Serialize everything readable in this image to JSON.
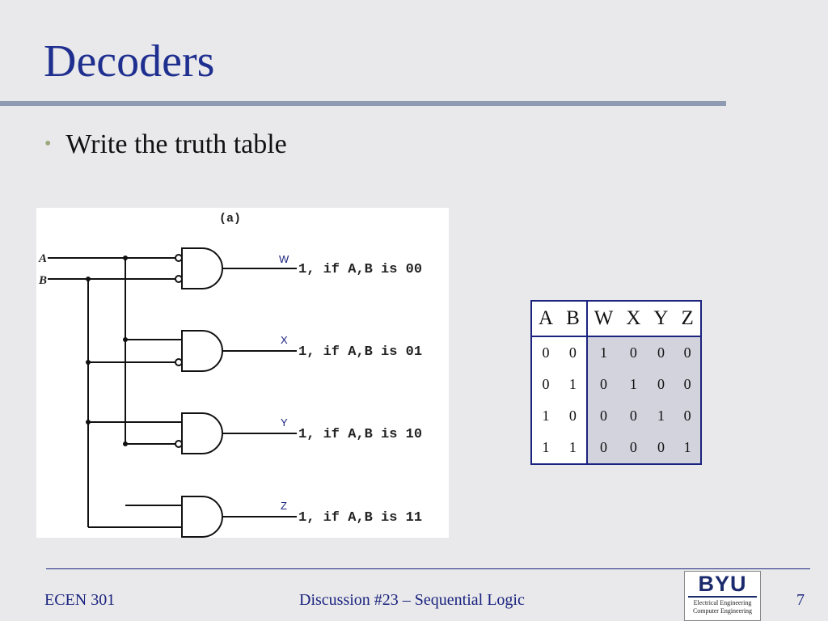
{
  "slide": {
    "title": "Decoders",
    "bullet": "Write the truth table"
  },
  "diagram": {
    "label": "(a)",
    "inputs": [
      "A",
      "B"
    ],
    "outputs": [
      {
        "name": "W",
        "text": "1, if A,B is 00"
      },
      {
        "name": "X",
        "text": "1, if A,B is 01"
      },
      {
        "name": "Y",
        "text": "1, if A,B is 10"
      },
      {
        "name": "Z",
        "text": "1, if A,B is 11"
      }
    ]
  },
  "truth_table": {
    "headers": [
      "A",
      "B",
      "W",
      "X",
      "Y",
      "Z"
    ],
    "rows": [
      [
        "0",
        "0",
        "1",
        "0",
        "0",
        "0"
      ],
      [
        "0",
        "1",
        "0",
        "1",
        "0",
        "0"
      ],
      [
        "1",
        "0",
        "0",
        "0",
        "1",
        "0"
      ],
      [
        "1",
        "1",
        "0",
        "0",
        "0",
        "1"
      ]
    ]
  },
  "footer": {
    "left": "ECEN 301",
    "center": "Discussion #23 – Sequential Logic",
    "page": "7"
  },
  "logo": {
    "main": "BYU",
    "line1": "Electrical Engineering",
    "line2": "Computer Engineering"
  }
}
